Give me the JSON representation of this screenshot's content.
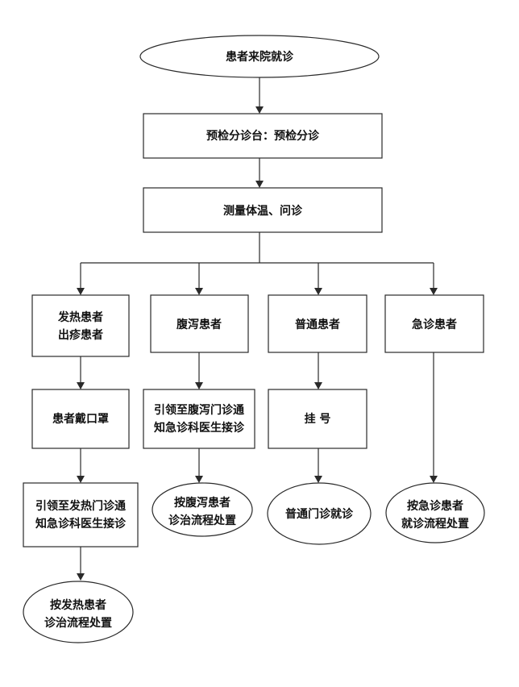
{
  "nodes": {
    "start": {
      "lines": [
        "患者来院就诊"
      ]
    },
    "triage": {
      "lines": [
        "预检分诊台：预检分诊"
      ]
    },
    "measure": {
      "lines": [
        "测量体温、问诊"
      ]
    },
    "fever": {
      "lines": [
        "发热患者",
        "出疹患者"
      ]
    },
    "diarrhea": {
      "lines": [
        "腹泻患者"
      ]
    },
    "general": {
      "lines": [
        "普通患者"
      ]
    },
    "emergency": {
      "lines": [
        "急诊患者"
      ]
    },
    "mask": {
      "lines": [
        "患者戴口罩"
      ]
    },
    "diarrhea_guide": {
      "lines": [
        "引领至腹泻门诊通",
        "知急诊科医生接诊"
      ]
    },
    "register": {
      "lines": [
        "挂      号"
      ]
    },
    "fever_guide": {
      "lines": [
        "引领至发热门诊通",
        "知急诊科医生接诊"
      ]
    },
    "diarrhea_end": {
      "lines": [
        "按腹泻患者",
        "诊治流程处置"
      ]
    },
    "general_end": {
      "lines": [
        "普通门诊就诊"
      ]
    },
    "emergency_end": {
      "lines": [
        "按急诊患者",
        "就诊流程处置"
      ]
    },
    "fever_end": {
      "lines": [
        "按发热患者",
        "诊治流程处置"
      ]
    }
  }
}
